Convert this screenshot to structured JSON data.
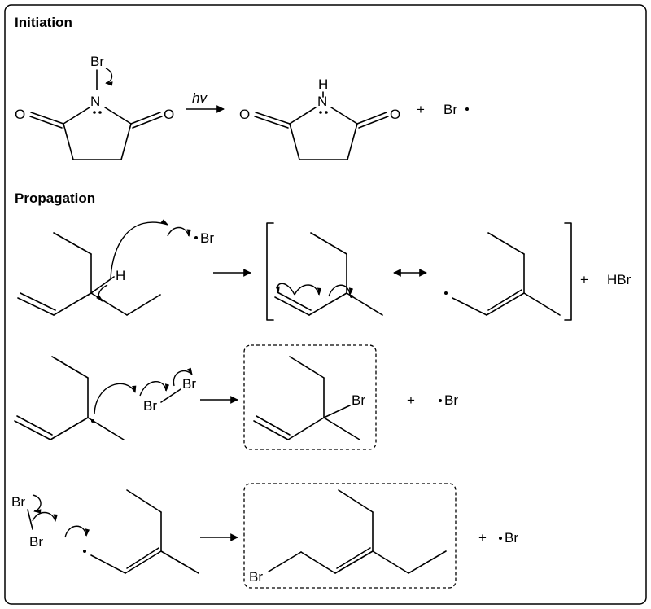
{
  "headers": {
    "initiation": "Initiation",
    "propagation": "Propagation"
  },
  "labels": {
    "br": "Br",
    "o": "O",
    "n": "N",
    "h": "H",
    "hv": "hv",
    "plus": "+",
    "hbr": "HBr"
  }
}
